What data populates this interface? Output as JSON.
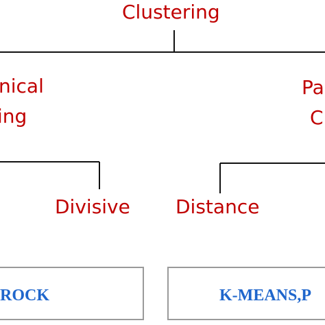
{
  "root": {
    "label": "Clustering"
  },
  "left_branch": {
    "line1": "nical",
    "line2": "ing"
  },
  "right_branch": {
    "line1": "Pa",
    "line2": "C"
  },
  "left_children": {
    "divisive": "Divisive"
  },
  "right_children": {
    "distance": "Distance"
  },
  "boxes": {
    "left": "ROCK",
    "right": "K-MEANS,P"
  },
  "colors": {
    "node_text": "#c00000",
    "box_text": "#1f66cc",
    "line": "#111111",
    "box_border": "#9a9a9a"
  }
}
